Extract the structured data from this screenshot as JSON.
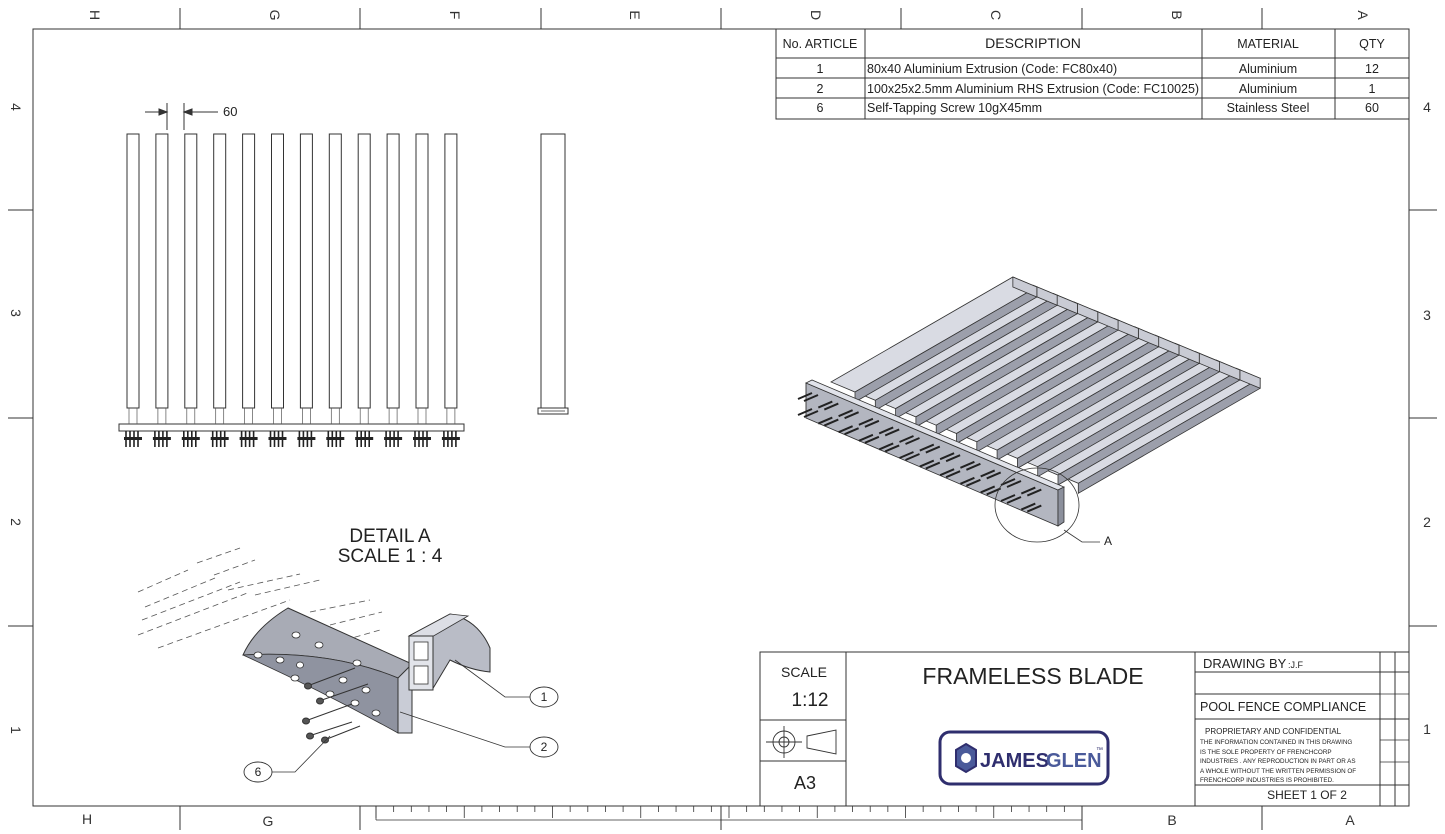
{
  "border_zones": {
    "top": [
      "H",
      "G",
      "F",
      "E",
      "D",
      "C",
      "B",
      "A"
    ],
    "bottom": [
      "H",
      "G",
      "",
      "",
      "",
      "",
      "B",
      "A"
    ],
    "left": [
      "4",
      "3",
      "2",
      "1"
    ],
    "right": [
      "4",
      "3",
      "2",
      "1"
    ]
  },
  "bom": {
    "headers": [
      "No. ARTICLE",
      "DESCRIPTION",
      "MATERIAL",
      "QTY"
    ],
    "rows": [
      {
        "no": "1",
        "description": "80x40 Aluminium Extrusion (Code: FC80x40)",
        "material": "Aluminium",
        "qty": "12"
      },
      {
        "no": "2",
        "description": "100x25x2.5mm Aluminium RHS Extrusion (Code: FC10025)",
        "material": "Aluminium",
        "qty": "1"
      },
      {
        "no": "6",
        "description": "Self-Tapping Screw 10gX45mm",
        "material": "Stainless Steel",
        "qty": "60"
      }
    ]
  },
  "front_view": {
    "dimension_label": "60",
    "blade_count": 12
  },
  "iso_view": {
    "detail_callout": "A",
    "blade_count": 12
  },
  "detail_view": {
    "title": "DETAIL A",
    "scale": "SCALE 1 : 4",
    "balloons": [
      "1",
      "2",
      "6"
    ]
  },
  "title_block": {
    "scale_label": "SCALE",
    "scale_value": "1:12",
    "sheet_size": "A3",
    "drawing_title": "FRAMELESS BLADE",
    "drawn_by_label": "DRAWING BY",
    "drawn_by_value": ":J.F",
    "project": "POOL FENCE COMPLIANCE",
    "proprietary_heading": "PROPRIETARY AND CONFIDENTIAL",
    "proprietary_lines": [
      "THE INFORMATION CONTAINED IN THIS DRAWING",
      "IS THE SOLE PROPERTY OF FRENCHCORP",
      "INDUSTRIES . ANY REPRODUCTION IN PART OR AS",
      "A WHOLE WITHOUT THE WRITTEN PERMISSION OF",
      "FRENCHCORP INDUSTRIES  IS PROHIBITED."
    ],
    "sheet_label": "SHEET 1 OF 2",
    "logo_text_1": "JAMES",
    "logo_text_2": "GLEN",
    "logo_tm": "™"
  },
  "colors": {
    "line": "#333333",
    "blade_top": "#d9dbe3",
    "blade_side": "#9c9fab",
    "blade_end": "#c9cbd4",
    "logo_navy": "#2f2e6e",
    "logo_blue": "#4a5a9a"
  }
}
